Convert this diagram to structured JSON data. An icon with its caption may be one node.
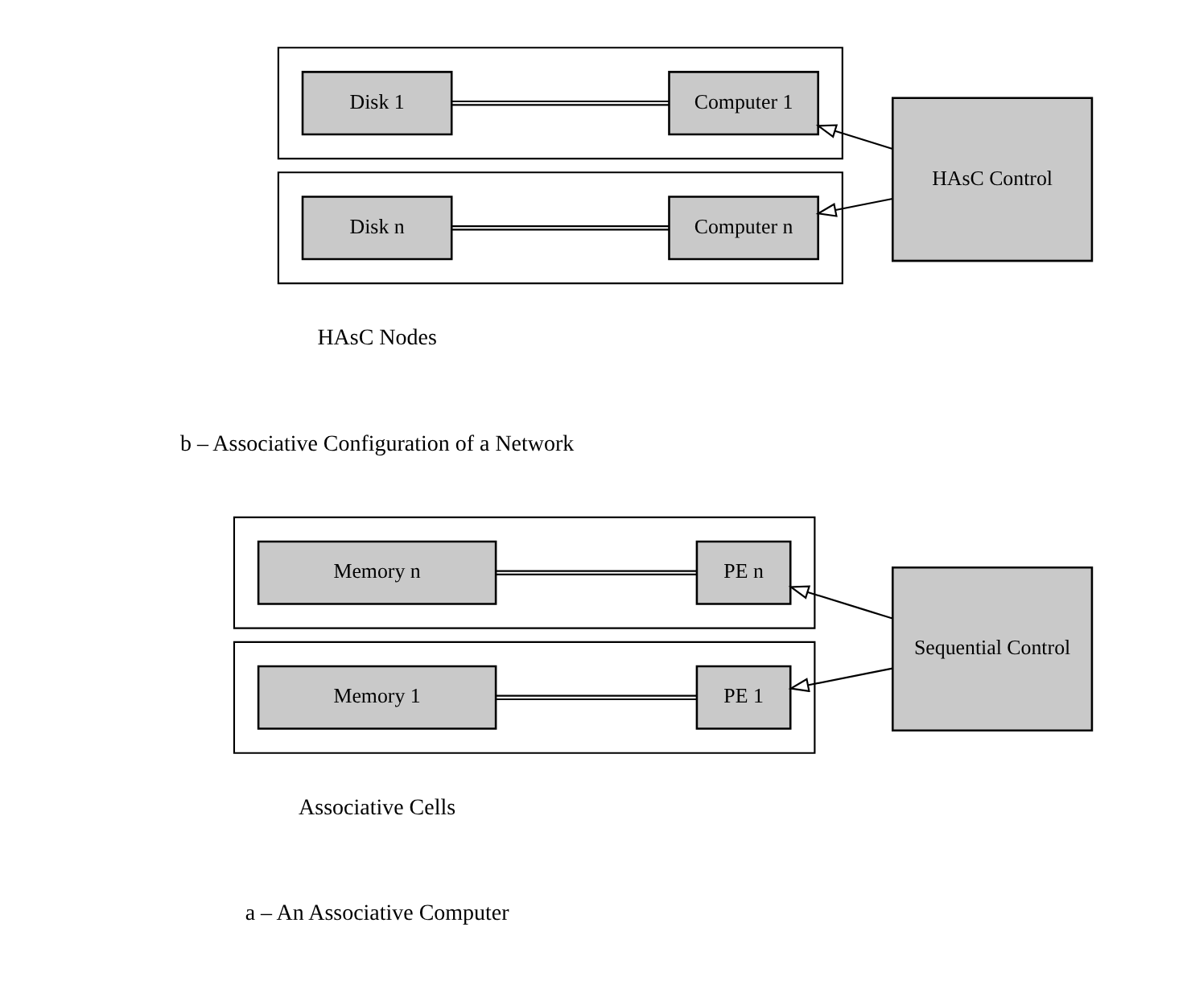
{
  "diagram": {
    "nodes": [
      {
        "text": [],
        "shape": "box"
      },
      {
        "text": [
          "Memory 1"
        ],
        "in": 0
      },
      {
        "text": [
          "PE 1"
        ],
        "in": 0
      },
      {
        "text": [],
        "shape": "box"
      },
      {
        "text": [
          "Memory n"
        ],
        "in": 3
      },
      {
        "text": [
          "PE n"
        ],
        "in": 3
      },
      {
        "text": [
          "Sequential Control"
        ]
      },
      {
        "text": [],
        "shape": "box"
      },
      {
        "text": [
          "Disk 1"
        ],
        "in": 7
      },
      {
        "text": [
          "Computer 1"
        ],
        "in": 7
      },
      {
        "text": [],
        "shape": "box"
      },
      {
        "text": [
          "Disk n"
        ],
        "in": 10
      },
      {
        "text": [
          "Computer n"
        ],
        "in": 10
      },
      {
        "text": [
          "HAsC Control"
        ]
      }
    ],
    "edges": [
      {
        "from": 1,
        "to": 2,
        "arrow": "none"
      },
      {
        "from": 6,
        "to": 2,
        "arrow": "to"
      },
      {
        "from": 4,
        "to": 5,
        "arrow": "none"
      },
      {
        "from": 6,
        "to": 5,
        "arrow": "to"
      },
      {
        "from": 8,
        "to": 9,
        "arrow": "none"
      },
      {
        "from": 13,
        "to": 9,
        "arrow": "to"
      },
      {
        "from": 11,
        "to": 12,
        "arrow": "none"
      },
      {
        "from": 13,
        "to": 12,
        "arrow": "to"
      }
    ],
    "labels": [
      "Associative Cells",
      "a – An Associative Computer",
      "HAsC Nodes",
      "b – Associative Configuration of a Network"
    ]
  }
}
